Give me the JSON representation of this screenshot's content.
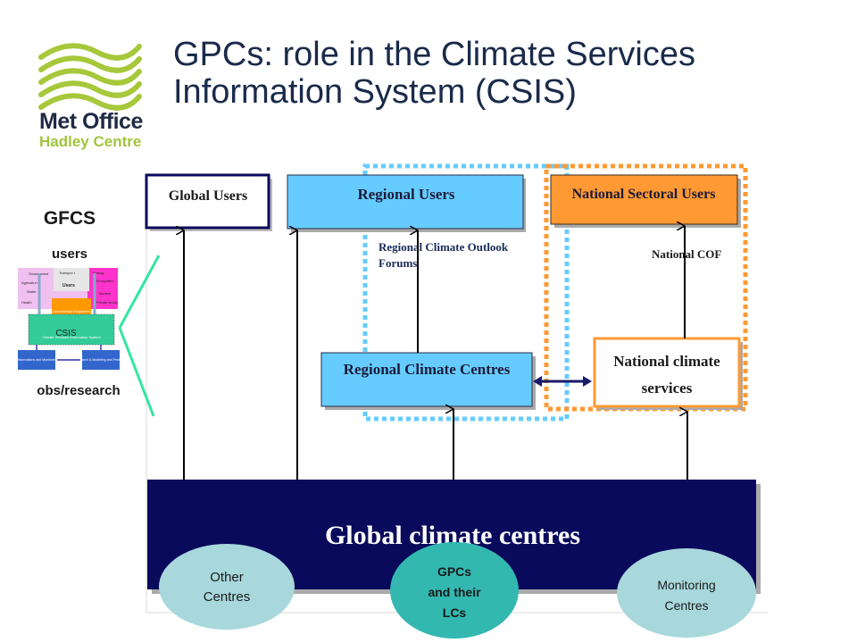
{
  "logo": {
    "line1": "Met Office",
    "line2": "Hadley Centre"
  },
  "title": {
    "line1": "GPCs: role in the Climate Services",
    "line2": "Information System (CSIS)"
  },
  "side": {
    "heading": "GFCS",
    "top_label": "users",
    "bottom_label": "obs/research",
    "thumb": {
      "cells": [
        "Government",
        "Transpor t",
        "Energy",
        "Agricultur e",
        "Users",
        "Ecosystem",
        "Water",
        "Tourism",
        "Health",
        "Private sector"
      ],
      "interface": "User Interface Programme",
      "system": "Climate Services Information System",
      "csis": "CSIS",
      "obs": "Observations and Monitoring",
      "research": "Research & Modelling and Prediction"
    }
  },
  "boxes": {
    "global_users": "Global Users",
    "regional_users": "Regional Users",
    "national_users": "National Sectoral Users",
    "rcof_line1": "Regional Climate Outlook",
    "rcof_line2": "Forums",
    "national_cof": "National COF",
    "rcc": "Regional Climate Centres",
    "ncs_line1": "National climate",
    "ncs_line2": "services",
    "gcc": "Global climate centres"
  },
  "ovals": {
    "other_line1": "Other",
    "other_line2": "Centres",
    "gpcs_line1": "GPCs",
    "gpcs_line2": "and their",
    "gpcs_line3": "LCs",
    "monitoring_line1": "Monitoring",
    "monitoring_line2": "Centres"
  },
  "colors": {
    "navy": "#0a0a5c",
    "light_blue": "#66ccff",
    "orange": "#ff9933",
    "teal_oval": "#a8d8dc",
    "gpcs_oval": "#33b8b0",
    "logo_green": "#a0c43c",
    "connector_green": "#33e6a0"
  }
}
